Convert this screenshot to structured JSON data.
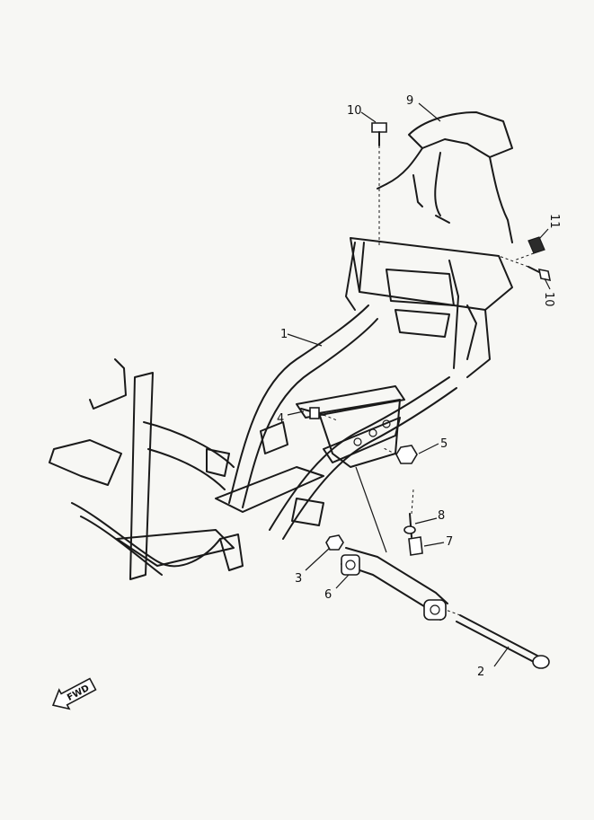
{
  "callouts": [
    {
      "id": "1",
      "label": "1"
    },
    {
      "id": "2",
      "label": "2"
    },
    {
      "id": "3",
      "label": "3"
    },
    {
      "id": "4",
      "label": "4"
    },
    {
      "id": "5",
      "label": "5"
    },
    {
      "id": "6",
      "label": "6"
    },
    {
      "id": "7",
      "label": "7"
    },
    {
      "id": "8",
      "label": "8"
    },
    {
      "id": "9",
      "label": "9"
    },
    {
      "id": "10a",
      "label": "10"
    },
    {
      "id": "10b",
      "label": "10"
    },
    {
      "id": "11",
      "label": "11"
    }
  ],
  "direction_badge": {
    "label": "FWD"
  }
}
